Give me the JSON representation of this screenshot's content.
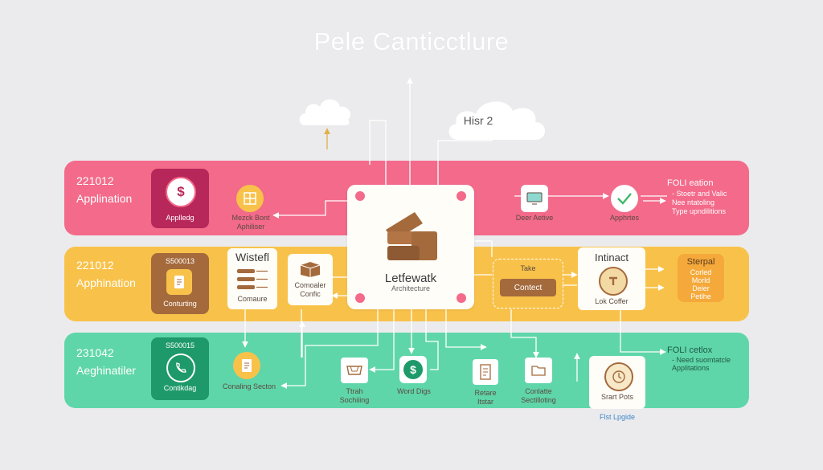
{
  "title": "Pele Canticctlure",
  "clouds": {
    "right_label": "Hisr 2"
  },
  "bands": [
    {
      "id": "pink",
      "code": "221012",
      "name": "Applination"
    },
    {
      "id": "yellow",
      "code": "221012",
      "name": "Apphination"
    },
    {
      "id": "green",
      "code": "231042",
      "name": "Aeghinatiler"
    }
  ],
  "center": {
    "name": "Letfewatk",
    "sub": "Architecture"
  },
  "pink": {
    "tile_label": "Applledg",
    "node1": "Mezck Bont\nAphiliser",
    "node2": "Deer Aetive",
    "node3": "Apphrtes",
    "note_title": "FOLI eation",
    "note_lines": [
      "- Stoetr and Valic",
      "Nee ntatoling",
      "Type upndilitions"
    ]
  },
  "yellow": {
    "tile_code": "S500013",
    "tile_label": "Conturting",
    "list_title": "Wistefl",
    "list_label": "Comaure",
    "box_label": "Comoaler\nConfic",
    "dash_label": "Take",
    "contect": "Contect",
    "intinact_title": "Intinact",
    "intinact_label": "Lok Coffer",
    "side_lines": [
      "Sterpal",
      "Corled",
      "Morld",
      "Deier",
      "Petihe"
    ]
  },
  "green": {
    "tile_code": "S500015",
    "tile_label": "Contikdag",
    "n1": "Conaling Secton",
    "n2": "Ttrah\nSochiiing",
    "n3": "Word Digs",
    "n4": "Retare\nItstar",
    "n5": "Conlatte\nSectilloting",
    "note_title": "FOLI cetlox",
    "note_lines": [
      "- Need suomtatcle",
      "Applitations"
    ],
    "start": "Srart Pots",
    "footer": "Flst Lpgide"
  },
  "colors": {
    "pink": "#f36a8a",
    "yellow": "#f8c24a",
    "green": "#5fd6a9",
    "brown": "#a46a3c",
    "darkpink": "#b8275a",
    "darkgreen": "#1e9a6a"
  }
}
